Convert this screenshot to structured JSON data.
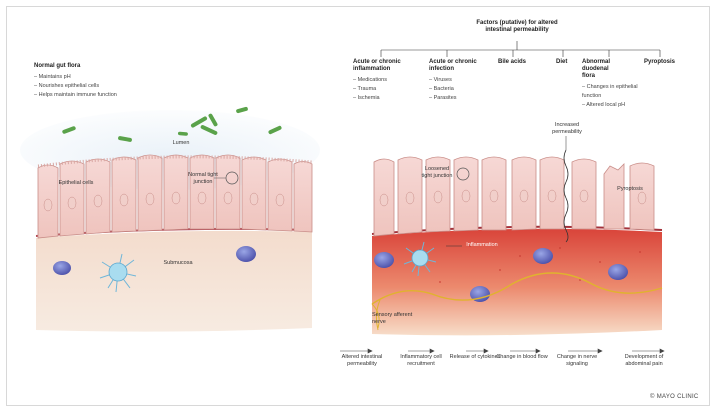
{
  "left": {
    "heading": "Normal gut flora",
    "points": [
      "Maintains pH",
      "Nourishes epithelial cells",
      "Helps maintain immune function"
    ],
    "lumen": "Lumen",
    "epithelial_cells": "Epithelial cells",
    "normal_tight_junction": "Normal tight junction",
    "submucosa": "Submucosa"
  },
  "right": {
    "factors_title": "Factors (putative) for altered intestinal permeability",
    "factors": [
      {
        "title": "Acute or chronic inflammation",
        "items": [
          "Medications",
          "Trauma",
          "Ischemia"
        ]
      },
      {
        "title": "Acute or chronic infection",
        "items": [
          "Viruses",
          "Bacteria",
          "Parasites"
        ]
      },
      {
        "title": "Bile acids",
        "items": []
      },
      {
        "title": "Diet",
        "items": []
      },
      {
        "title": "Abnormal duodenal flora",
        "items": [
          "Changes in epithelial function",
          "Altered local pH"
        ]
      },
      {
        "title": "Pyroptosis",
        "items": []
      }
    ],
    "increased_permeability": "Increased permeability",
    "loosened_tight_junction": "Loosened tight junction",
    "pyroptosis_label": "Pyroptosis",
    "inflammation": "Inflammation",
    "sensory_afferent_nerve": "Sensory afferent nerve"
  },
  "flow": [
    "Altered intestinal permeability",
    "Inflammatory cell recruitment",
    "Release of cytokines",
    "Change in blood flow",
    "Change in nerve signaling",
    "Development of abdominal pain"
  ],
  "credit": "© MAYO CLINIC"
}
